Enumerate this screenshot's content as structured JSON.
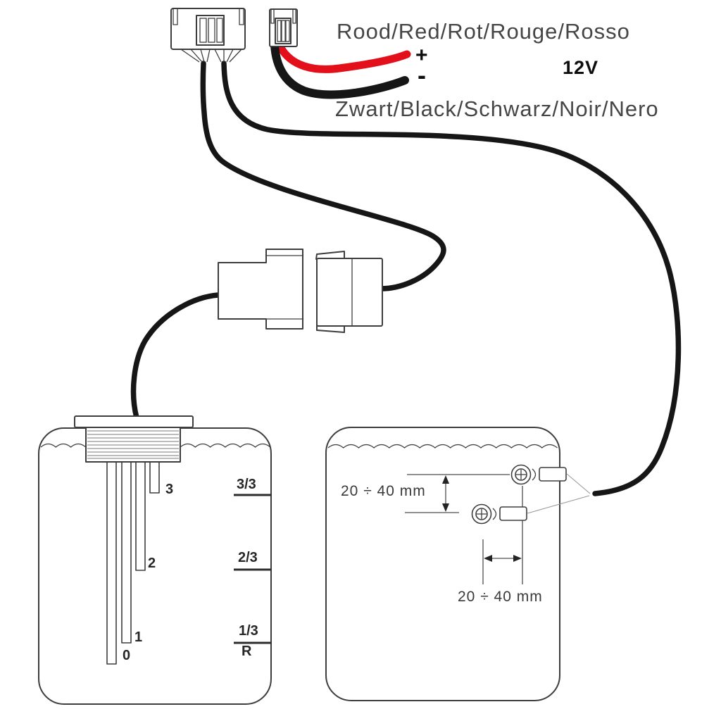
{
  "diagram_labels": {
    "red_wire_text": "Rood/Red/Rot/Rouge/Rosso",
    "black_wire_text": "Zwart/Black/Schwarz/Noir/Nero",
    "plus_sign": "+",
    "minus_sign": "-",
    "voltage": "12V"
  },
  "left_tank": {
    "probe_labels": [
      "3",
      "2",
      "1",
      "0"
    ],
    "level_labels": [
      "3/3",
      "2/3",
      "1/3",
      "R"
    ]
  },
  "right_tank": {
    "vertical_dimension": "20 ÷ 40 mm",
    "horizontal_dimension": "20 ÷ 40 mm"
  },
  "colors": {
    "wire_red": "#e3101c",
    "wire_black": "#161616",
    "line_art": "#3d3d3d"
  }
}
